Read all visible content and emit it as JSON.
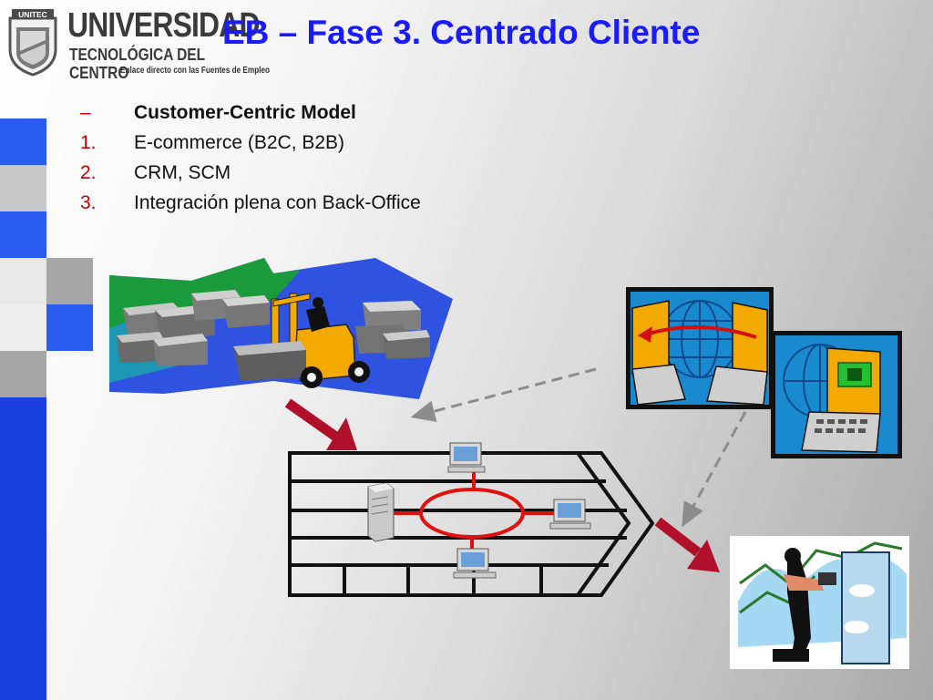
{
  "logo": {
    "name": "UNIVERSIDAD",
    "subtitle": "TECNOLÓGICA DEL CENTRO",
    "tagline": "Enlace directo con las Fuentes de Empleo",
    "badge": "UNITEC"
  },
  "title": "EB – Fase 3. Centrado Cliente",
  "bullets": [
    {
      "marker": "–",
      "text": "Customer-Centric Model"
    },
    {
      "marker": "1.",
      "text": "E-commerce (B2C, B2B)"
    },
    {
      "marker": "2.",
      "text": "CRM, SCM"
    },
    {
      "marker": "3.",
      "text": "Integración plena con Back-Office"
    }
  ],
  "colors": {
    "title_blue": "#1a1aff",
    "stripe_blue": "#2a5cf0",
    "stripe_gray": "#a6a6a6",
    "arrow_red": "#b0102a",
    "ring_red": "#e01010"
  },
  "icons": {
    "warehouse": "forklift-warehouse-clipart",
    "ecommerce": "computers-globe-money-clipart",
    "customer": "woman-opening-door-clipart"
  }
}
